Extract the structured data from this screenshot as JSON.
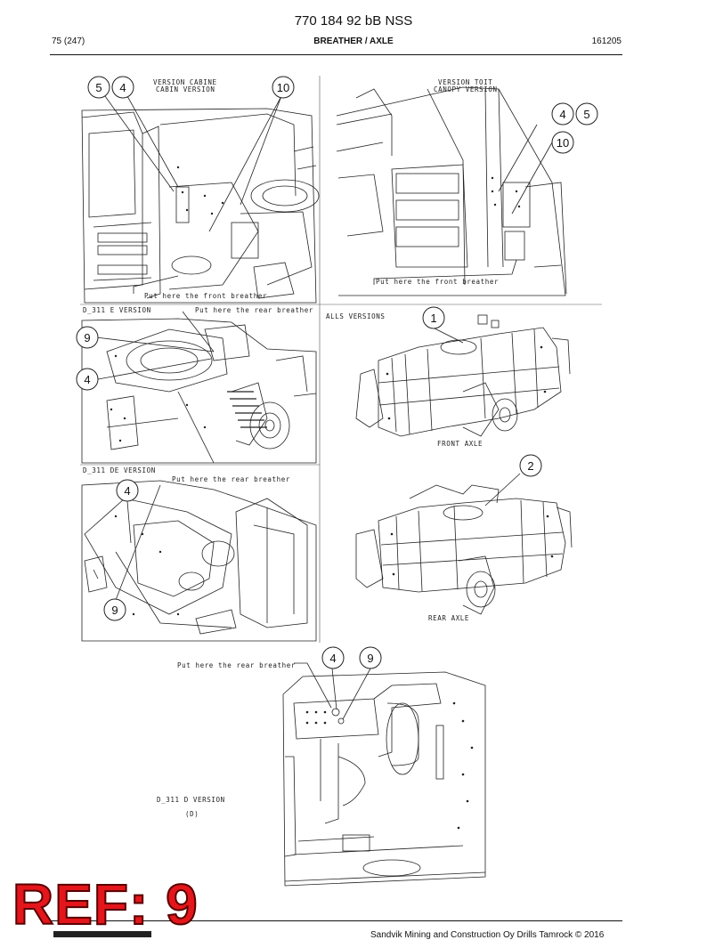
{
  "header": {
    "doc_title": "770 184 92 bB NSS",
    "page": "75 (247)",
    "section": "BREATHER / AXLE",
    "date_code": "161205"
  },
  "panels": {
    "cabin": {
      "label_fr": "VERSION CABINE",
      "label_en": "CABIN VERSION",
      "note": "Put here the front breather"
    },
    "canopy": {
      "label_fr": "VERSION TOIT",
      "label_en": "CANOPY VERSION",
      "note": "Put here the front breather"
    },
    "d311e": {
      "label": "D_311 E VERSION",
      "note": "Put here the rear breather"
    },
    "allversions": {
      "label": "ALLS VERSIONS",
      "front": "FRONT AXLE",
      "rear": "REAR AXLE"
    },
    "d311de": {
      "label": "D_311 DE VERSION",
      "note": "Put here the rear breather"
    },
    "d311d": {
      "label": "D_311 D VERSION",
      "sub": "(D)",
      "note": "Put here the rear breather"
    }
  },
  "callouts": {
    "cabin": [
      "5",
      "4",
      "10"
    ],
    "canopy": [
      "4",
      "5",
      "10"
    ],
    "d311e": [
      "9",
      "4"
    ],
    "front_axle": "1",
    "rear_axle": "2",
    "d311de": [
      "4",
      "9"
    ],
    "d311d": [
      "4",
      "9"
    ]
  },
  "stamp": "REF: 9",
  "footer": "Sandvik Mining and Construction Oy Drills Tamrock © 2016"
}
